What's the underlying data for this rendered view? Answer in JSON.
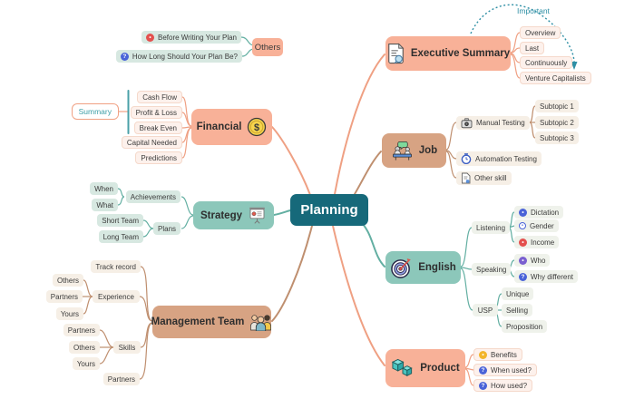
{
  "center": {
    "label": "Planning"
  },
  "relationship": {
    "label": "Important",
    "style": "dotted-arrow"
  },
  "glyphs": {
    "dot": "•",
    "question": "?"
  },
  "topics": {
    "others": {
      "label": "Others",
      "children": {
        "before": {
          "label": "Before Writing Your Plan",
          "marker": "red-dot"
        },
        "howlong": {
          "label": "How Long Should Your Plan Be?",
          "marker": "blue-question"
        }
      }
    },
    "financial": {
      "label": "Financial",
      "icon": "dollar-coin",
      "summary_label": "Summary",
      "children": {
        "cash": "Cash Flow",
        "profit": "Profit & Loss",
        "breakeven": "Break Even",
        "capital": "Capital Needed",
        "predictions": "Predictions"
      }
    },
    "strategy": {
      "label": "Strategy",
      "icon": "presentation-board",
      "children": {
        "achievements": {
          "label": "Achievements",
          "children": {
            "when": "When",
            "what": "What"
          }
        },
        "plans": {
          "label": "Plans",
          "children": {
            "short": "Short Team",
            "long": "Long Team"
          }
        }
      }
    },
    "management": {
      "label": "Management Team",
      "icon": "team-people",
      "children": {
        "track": "Track record",
        "experience": {
          "label": "Experience",
          "children": {
            "others": "Others",
            "partners": "Partners",
            "yours": "Yours"
          }
        },
        "skills": {
          "label": "Skills",
          "children": {
            "partners": "Partners",
            "others": "Others",
            "yours": "Yours"
          }
        },
        "partners": "Partners"
      }
    },
    "executive": {
      "label": "Executive Summary",
      "icon": "document-magnifier",
      "children": {
        "overview": "Overview",
        "last": "Last",
        "continuously": "Continuously",
        "venture": "Venture Capitalists"
      }
    },
    "job": {
      "label": "Job",
      "icon": "interview-people",
      "children": {
        "manual": {
          "label": "Manual Testing",
          "icon": "robot-camera",
          "children": {
            "s1": "Subtopic 1",
            "s2": "Subtopic 2",
            "s3": "Subtopic 3"
          }
        },
        "automation": {
          "label": "Automation Testing",
          "icon": "stopwatch"
        },
        "otherskill": {
          "label": "Other skill",
          "icon": "document-small"
        }
      }
    },
    "english": {
      "label": "English",
      "icon": "dartboard",
      "children": {
        "listening": {
          "label": "Listening",
          "children": {
            "dictation": {
              "label": "Dictation",
              "marker": "blue-dot"
            },
            "gender": {
              "label": "Gender",
              "marker": "blue-ring"
            },
            "income": {
              "label": "Income",
              "marker": "red-dot"
            }
          }
        },
        "speaking": {
          "label": "Speaking",
          "children": {
            "who": {
              "label": "Who",
              "marker": "purple-dot"
            },
            "whydiff": {
              "label": "Why different",
              "marker": "blue-question"
            }
          }
        },
        "usp": {
          "label": "USP",
          "children": {
            "unique": "Unique",
            "selling": "Selling",
            "proposition": "Proposition"
          }
        }
      }
    },
    "product": {
      "label": "Product",
      "icon": "cubes",
      "children": {
        "benefits": {
          "label": "Benefits",
          "marker": "yellow-dot"
        },
        "whenused": {
          "label": "When used?",
          "marker": "blue-question"
        },
        "howused": {
          "label": "How used?",
          "marker": "blue-question"
        }
      }
    }
  },
  "colors": {
    "center_bg": "#16697A",
    "salmon_topic": "#F8B198",
    "tan_topic": "#D7A383",
    "teal_topic": "#8CC7BA",
    "child_pink": "#FDF1EC",
    "child_cream": "#F6EFE6",
    "child_green": "#D7E8E1",
    "line_salmon": "#EFA083",
    "line_tan": "#BF8F6F",
    "line_teal": "#63AFA2",
    "relationship_teal": "#2E8FA5",
    "marker_red": "#E4504E",
    "marker_blue": "#4A63D8",
    "marker_purple": "#7A5FD0",
    "marker_yellow": "#F2B52B",
    "summary_text": "#3C9EA6"
  }
}
